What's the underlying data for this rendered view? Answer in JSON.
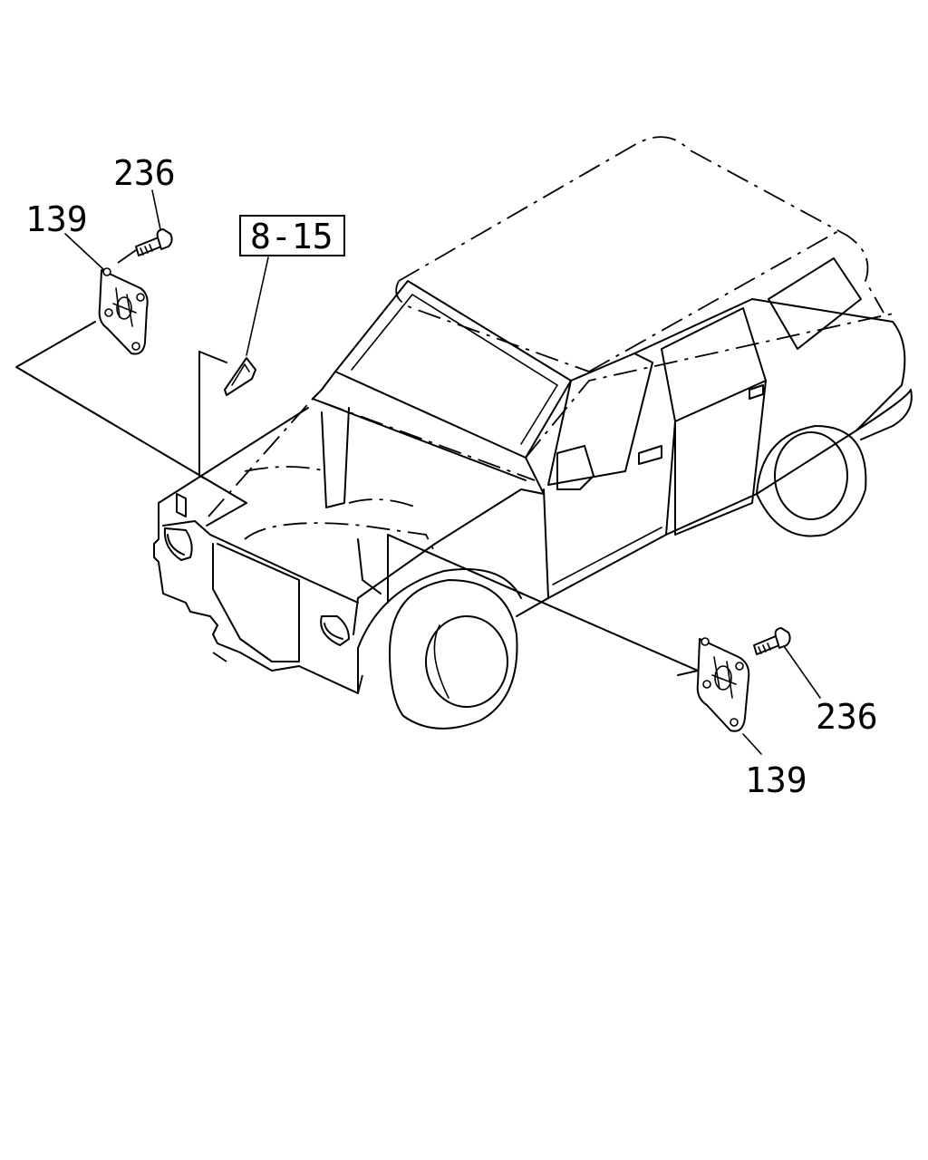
{
  "diagram": {
    "callouts": {
      "bolt_top": "236",
      "plate_top": "139",
      "ref_box": "8-15",
      "bolt_bottom": "236",
      "plate_bottom": "139"
    }
  }
}
